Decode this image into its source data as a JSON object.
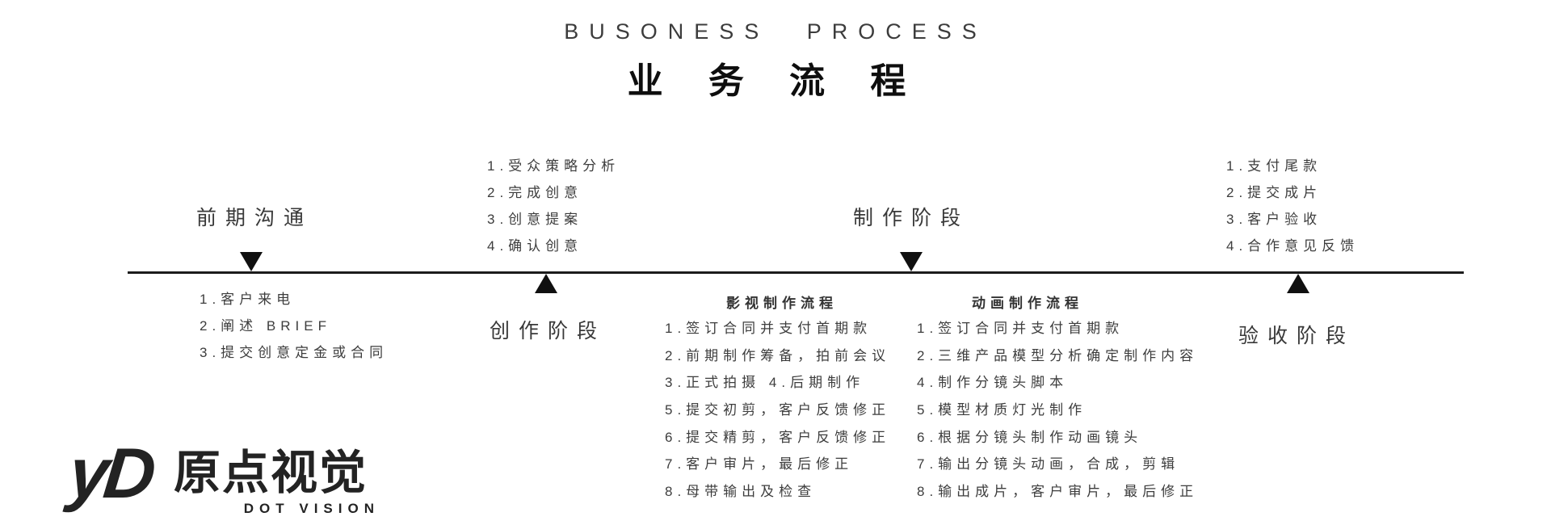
{
  "title": {
    "en": "BUSONESS PROCESS",
    "zh": "业 务 流 程"
  },
  "stages": [
    {
      "label": "前期沟通",
      "position": "above-line"
    },
    {
      "label": "创作阶段",
      "position": "below-line"
    },
    {
      "label": "制作阶段",
      "position": "above-line"
    },
    {
      "label": "验收阶段",
      "position": "below-line"
    }
  ],
  "lists": {
    "pre_communication": {
      "items": [
        "1.客户来电",
        "2.阐述 BRIEF",
        "3.提交创意定金或合同"
      ]
    },
    "creation": {
      "items": [
        "1.受众策略分析",
        "2.完成创意",
        "3.创意提案",
        "4.确认创意"
      ]
    },
    "film": {
      "header": "影视制作流程",
      "items": [
        "1.签订合同并支付首期款",
        "2.前期制作筹备，拍前会议",
        "3.正式拍摄  4.后期制作",
        "5.提交初剪，客户反馈修正",
        "6.提交精剪，客户反馈修正",
        "7.客户审片，最后修正",
        "8.母带输出及检查"
      ]
    },
    "animation": {
      "header": "动画制作流程",
      "items": [
        "1.签订合同并支付首期款",
        "2.三维产品模型分析确定制作内容",
        "4.制作分镜头脚本",
        "5.模型材质灯光制作",
        "6.根据分镜头制作动画镜头",
        "7.输出分镜头动画，合成，剪辑",
        "8.输出成片，客户审片，最后修正"
      ]
    },
    "acceptance": {
      "items": [
        "1.支付尾款",
        "2.提交成片",
        "3.客户验收",
        "4.合作意见反馈"
      ]
    }
  },
  "logo": {
    "mark": "yD",
    "name": "原点视觉",
    "subtitle": "DOT VISION"
  },
  "colors": {
    "ink": "#101010",
    "text": "#3d3d3d",
    "line": "#1c1c1c"
  }
}
